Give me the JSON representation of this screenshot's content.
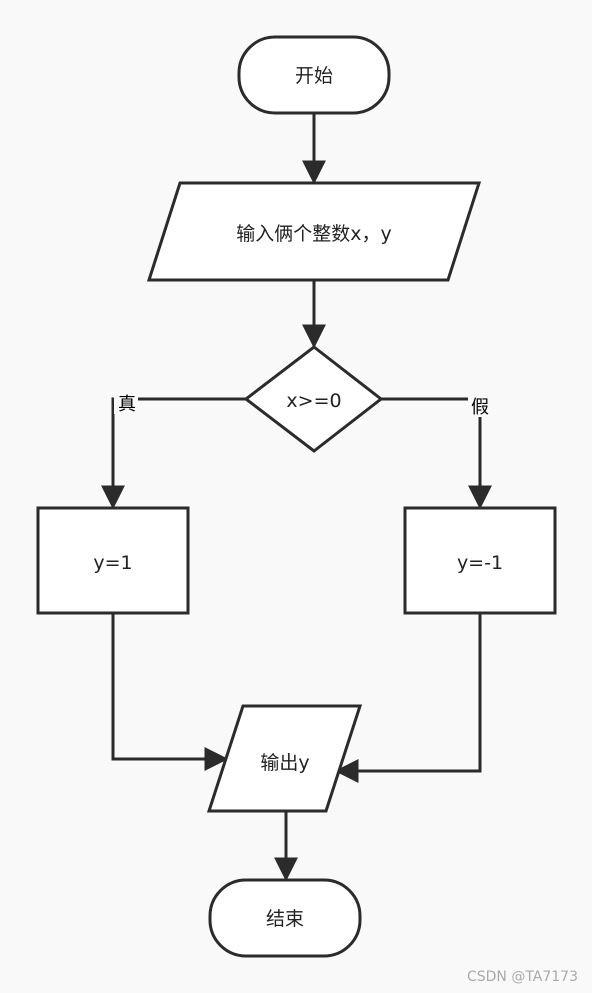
{
  "diagram": {
    "nodes": {
      "start": "开始",
      "input": "输入俩个整数x，y",
      "decision": "x>=0",
      "assign_true": "y=1",
      "assign_false": "y=-1",
      "output": "输出y",
      "end": "结束"
    },
    "edges": {
      "true_label": "真",
      "false_label": "假"
    }
  },
  "watermark": "CSDN @TA7173",
  "colors": {
    "stroke": "#2b2b2b",
    "fill": "#ffffff",
    "background": "#f9f9f9"
  }
}
